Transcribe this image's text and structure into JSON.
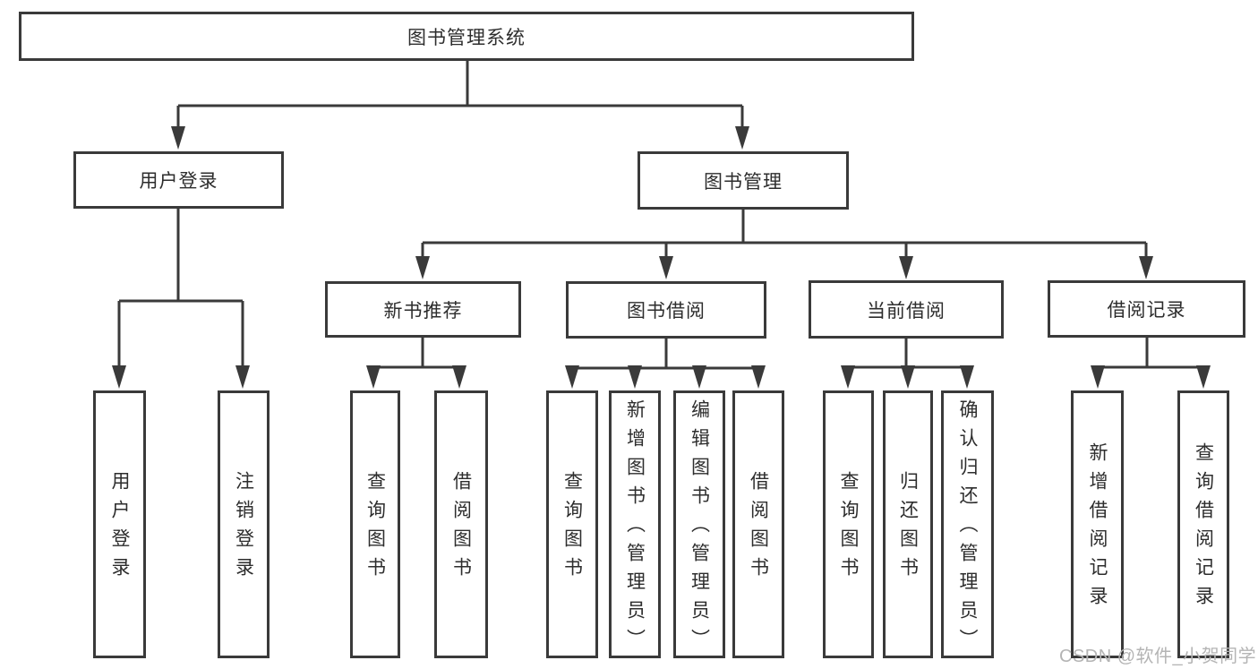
{
  "diagram": {
    "type": "hierarchy-diagram",
    "tree": {
      "label": "图书管理系统",
      "children": [
        {
          "label": "用户登录",
          "children": [
            {
              "label": "用户登录"
            },
            {
              "label": "注销登录"
            }
          ]
        },
        {
          "label": "图书管理",
          "children": [
            {
              "label": "新书推荐",
              "children": [
                {
                  "label": "查询图书"
                },
                {
                  "label": "借阅图书"
                }
              ]
            },
            {
              "label": "图书借阅",
              "children": [
                {
                  "label": "查询图书"
                },
                {
                  "label": "新增图书（管理员）"
                },
                {
                  "label": "编辑图书（管理员）"
                },
                {
                  "label": "借阅图书"
                }
              ]
            },
            {
              "label": "当前借阅",
              "children": [
                {
                  "label": "查询图书"
                },
                {
                  "label": "归还图书"
                },
                {
                  "label": "确认归还（管理员）"
                }
              ]
            },
            {
              "label": "借阅记录",
              "children": [
                {
                  "label": "新增借阅记录"
                },
                {
                  "label": "查询借阅记录"
                }
              ]
            }
          ]
        }
      ]
    },
    "colors": {
      "line": "#3a3a3a",
      "text": "#2d2d2d",
      "background": "#ffffff",
      "watermark_color": "#b4b4b4"
    }
  },
  "watermark": {
    "text": "CSDN @软件_小贺同学"
  }
}
